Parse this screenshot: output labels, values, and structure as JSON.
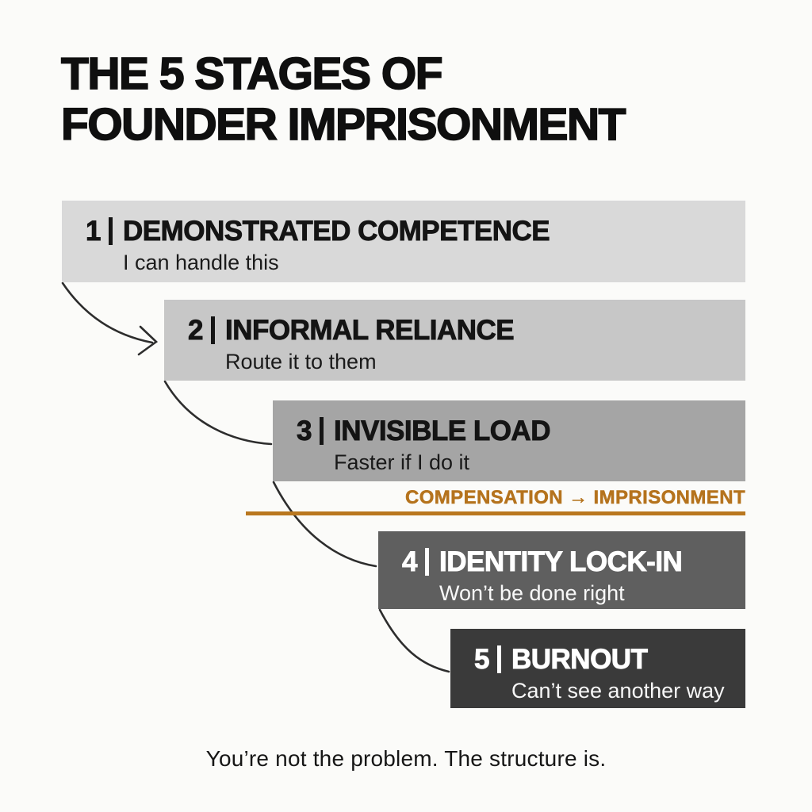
{
  "title": {
    "line1": "THE 5 STAGES OF",
    "line2": "FOUNDER IMPRISONMENT"
  },
  "stages": [
    {
      "number": "1",
      "label": "DEMONSTRATED COMPETENCE",
      "quote": "I can handle this",
      "bg": "#d9d9d9",
      "fg": "#141414"
    },
    {
      "number": "2",
      "label": "INFORMAL RELIANCE",
      "quote": "Route it to them",
      "bg": "#c7c7c7",
      "fg": "#141414"
    },
    {
      "number": "3",
      "label": "INVISIBLE LOAD",
      "quote": "Faster if I do it",
      "bg": "#a5a5a5",
      "fg": "#141414"
    },
    {
      "number": "4",
      "label": "IDENTITY LOCK-IN",
      "quote": "Won’t be done right",
      "bg": "#5f5f5f",
      "fg": "#ffffff"
    },
    {
      "number": "5",
      "label": "BURNOUT",
      "quote": "Can’t see another way",
      "bg": "#3a3a3a",
      "fg": "#ffffff"
    }
  ],
  "divider": {
    "label": "COMPENSATION → IMPRISONMENT",
    "text_color": "#b5731d",
    "line_color": "#b9771f"
  },
  "footer": {
    "caption": "You’re not the problem. The structure is."
  },
  "arrow_color": "#2d2d2d"
}
